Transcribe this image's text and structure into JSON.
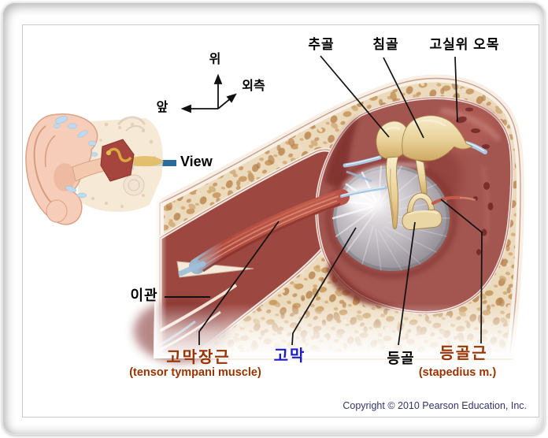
{
  "figure": {
    "copyright": "Copyright © 2010 Pearson Education, Inc."
  },
  "orientation": {
    "up": "위",
    "lateral": "외측",
    "anterior": "앞"
  },
  "inset": {
    "view_label": "View"
  },
  "structures": {
    "malleus": {
      "ko": "추골"
    },
    "incus": {
      "ko": "침골"
    },
    "epitympanic_recess": {
      "ko": "고실위 오목"
    },
    "auditory_tube": {
      "ko": "이관"
    },
    "tensor_tympani": {
      "ko": "고막장근",
      "en": "(tensor tympani muscle)"
    },
    "tympanic_membrane": {
      "ko": "고막"
    },
    "stapes": {
      "ko": "등골"
    },
    "stapedius": {
      "ko": "등골근",
      "en": "(stapedius m.)"
    }
  },
  "colors": {
    "muscle_label": "#993300",
    "membrane_label": "#1c1ccd",
    "default_label": "#000000",
    "copyright": "#333366",
    "view_arrow": "#2b6ca0",
    "leader_line": "#111111",
    "cavity_red": "#a35550",
    "bone_cream": "#ecdabd"
  }
}
